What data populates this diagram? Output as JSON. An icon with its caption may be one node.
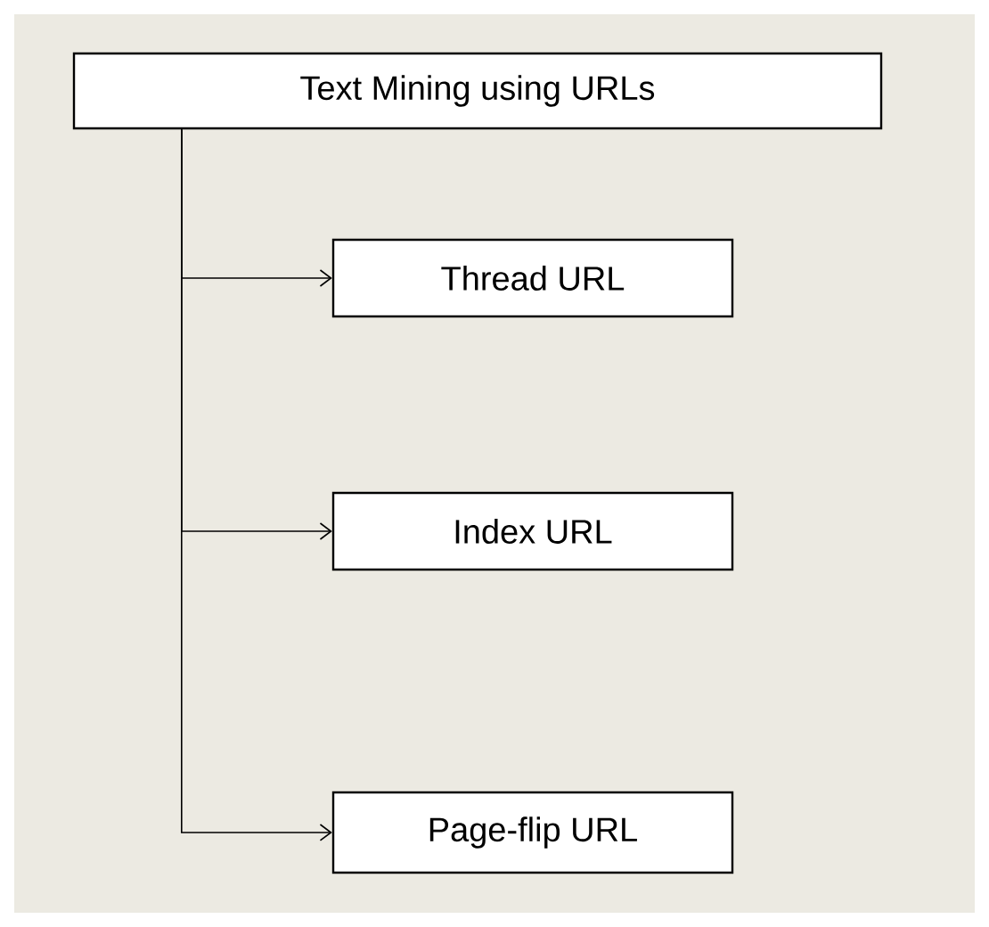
{
  "diagram": {
    "nodes": [
      {
        "text": [
          "Text Mining using URLs"
        ]
      },
      {
        "text": [
          "Thread URL"
        ]
      },
      {
        "text": [
          "Index URL"
        ]
      },
      {
        "text": [
          "Page-flip URL"
        ]
      }
    ],
    "edges": [
      {
        "from": 0,
        "to": 1,
        "arrow": "to"
      },
      {
        "from": 0,
        "to": 2,
        "arrow": "to"
      },
      {
        "from": 0,
        "to": 3,
        "arrow": "to"
      }
    ]
  }
}
